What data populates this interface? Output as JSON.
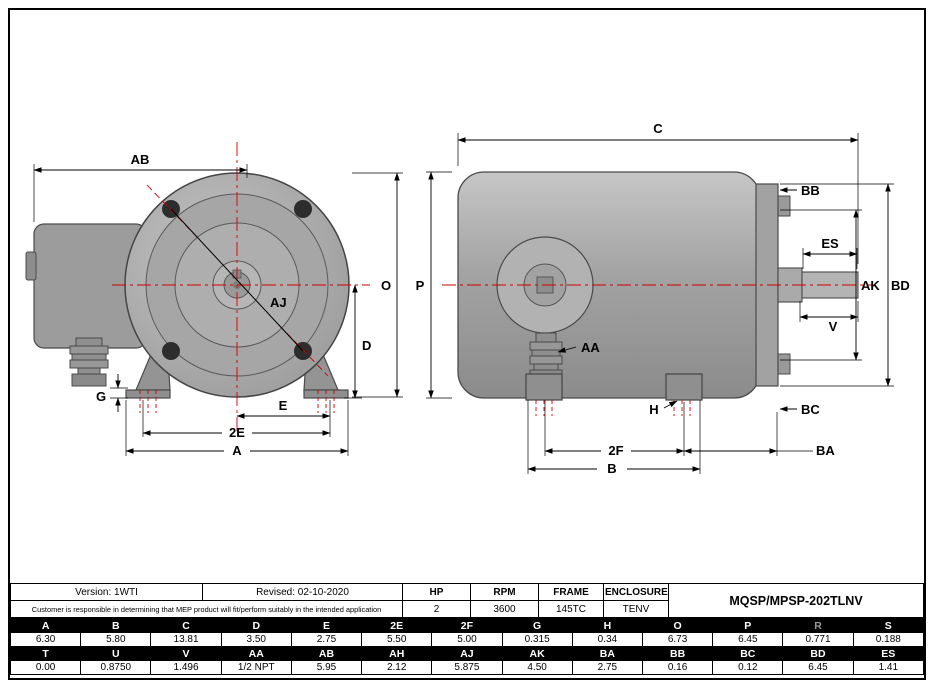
{
  "labels": {
    "AB": "AB",
    "AJ": "AJ",
    "O": "O",
    "D": "D",
    "G": "G",
    "E": "E",
    "2E": "2E",
    "A": "A",
    "C": "C",
    "P": "P",
    "BB": "BB",
    "ES": "ES",
    "AK": "AK",
    "BD": "BD",
    "V": "V",
    "AA": "AA",
    "H": "H",
    "BC": "BC",
    "BA": "BA",
    "2F": "2F",
    "B": "B"
  },
  "info": {
    "version": "Version: 1WTI",
    "revised": "Revised: 02-10-2020",
    "disclaimer": "Customer is responsible in determining that MEP product will fit/perform suitably in the intended application",
    "model": "MQSP/MPSP-202TLNV",
    "spec_headers": [
      "HP",
      "RPM",
      "FRAME",
      "ENCLOSURE"
    ],
    "spec_values": [
      "2",
      "3600",
      "145TC",
      "TENV"
    ]
  },
  "dims": {
    "row1_headers": [
      "A",
      "B",
      "C",
      "D",
      "E",
      "2E",
      "2F",
      "G",
      "H",
      "O",
      "P",
      "R",
      "S"
    ],
    "row1_values": [
      "6.30",
      "5.80",
      "13.81",
      "3.50",
      "2.75",
      "5.50",
      "5.00",
      "0.315",
      "0.34",
      "6.73",
      "6.45",
      "0.771",
      "0.188"
    ],
    "row2_headers": [
      "T",
      "U",
      "V",
      "AA",
      "AB",
      "AH",
      "AJ",
      "AK",
      "BA",
      "BB",
      "BC",
      "BD",
      "ES"
    ],
    "row2_values": [
      "0.00",
      "0.8750",
      "1.496",
      "1/2 NPT",
      "5.95",
      "2.12",
      "5.875",
      "4.50",
      "2.75",
      "0.16",
      "0.12",
      "6.45",
      "1.41"
    ]
  }
}
